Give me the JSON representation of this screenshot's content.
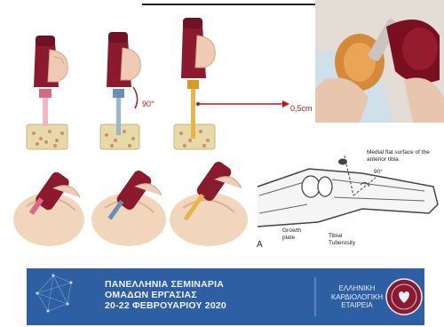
{
  "diagram_labels": {
    "angle_top": "90°",
    "depth": "0,5cm",
    "medial_surface": "Medial flat surface of the anterior tibia",
    "angle_right": "90°",
    "growth_plate": "Growth plate",
    "tibial_tuberosity": "Tibial Tuberosity",
    "figure_letter": "A"
  },
  "banner": {
    "line1": "ΠΑΝΕΛΛΗΝΙΑ ΣΕΜΙΝΑΡΙΑ",
    "line2": "ΟΜΑΔΩΝ ΕΡΓΑΣΙΑΣ",
    "line3": "20-22 ΦΕΒΡΟΥΑΡΙΟΥ 2020",
    "org1": "ΕΛΛΗΝΙΚΗ",
    "org2": "ΚΑΡΔΙΟΛΟΓΙΚΗ",
    "org3": "ΕΤΑΙΡΕΙΑ"
  },
  "colors": {
    "device": "#8b1a2e",
    "arrow": "#c0131b",
    "banner": "#2f5fa3",
    "bone": "#e8d9a8"
  }
}
